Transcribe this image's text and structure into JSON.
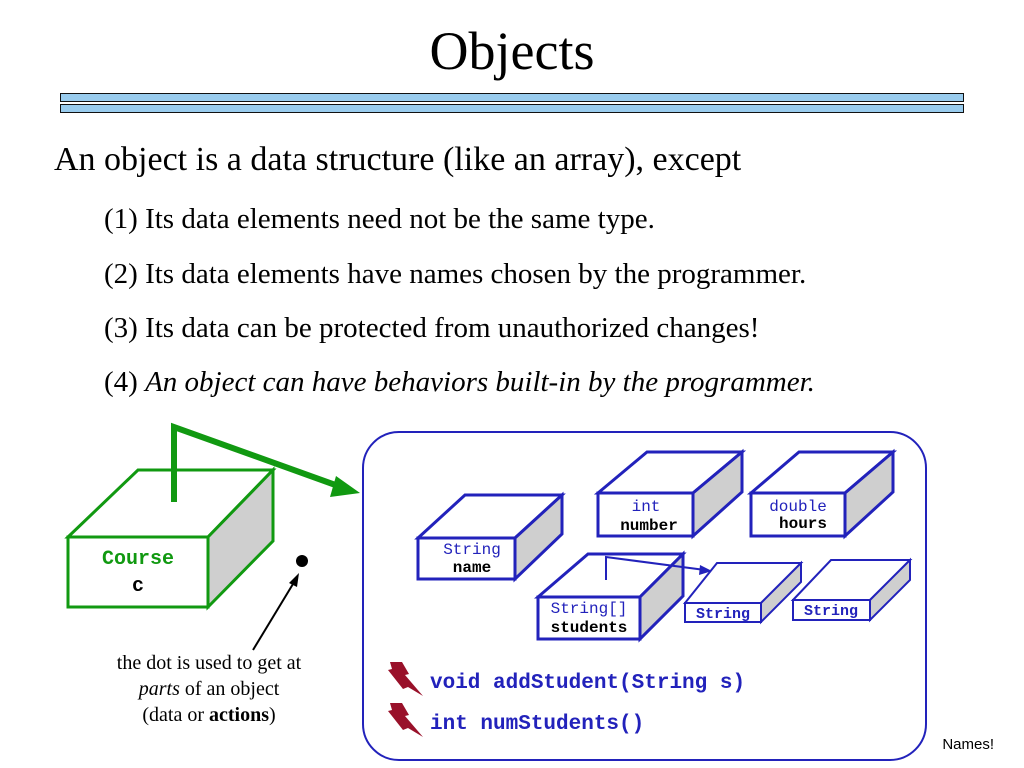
{
  "title": "Objects",
  "intro": "An object is a data structure (like an array), except",
  "points": [
    {
      "num": "(1)",
      "text": "Its data elements need not be the same type."
    },
    {
      "num": "(2)",
      "text": "Its data elements have names chosen by the programmer."
    },
    {
      "num": "(3)",
      "text": "Its data can be protected from unauthorized changes!"
    },
    {
      "num": "(4)",
      "text": "An object can have behaviors built-in by the programmer."
    }
  ],
  "diagram": {
    "variable": {
      "type": "Course",
      "name": "c"
    },
    "fields": {
      "name": {
        "type": "String",
        "name": "name"
      },
      "number": {
        "type": "int",
        "name": "number"
      },
      "hours": {
        "type": "double",
        "name": "hours"
      },
      "students": {
        "type": "String[]",
        "name": "students"
      }
    },
    "array_elements": [
      "String",
      "String"
    ],
    "methods": [
      "void addStudent(String s)",
      "int numStudents()"
    ],
    "colors": {
      "variable_box": "#119911",
      "object_boxes": "#2222bb",
      "side": "#cfcfcf",
      "lightning": "#99112a"
    }
  },
  "caption": {
    "line1": "the dot is used to get at",
    "line2_em": "parts",
    "line2_rest": " of an object",
    "line3_pre": "(data or ",
    "line3_bold": "actions",
    "line3_post": ")"
  },
  "footer_note": "Names!"
}
